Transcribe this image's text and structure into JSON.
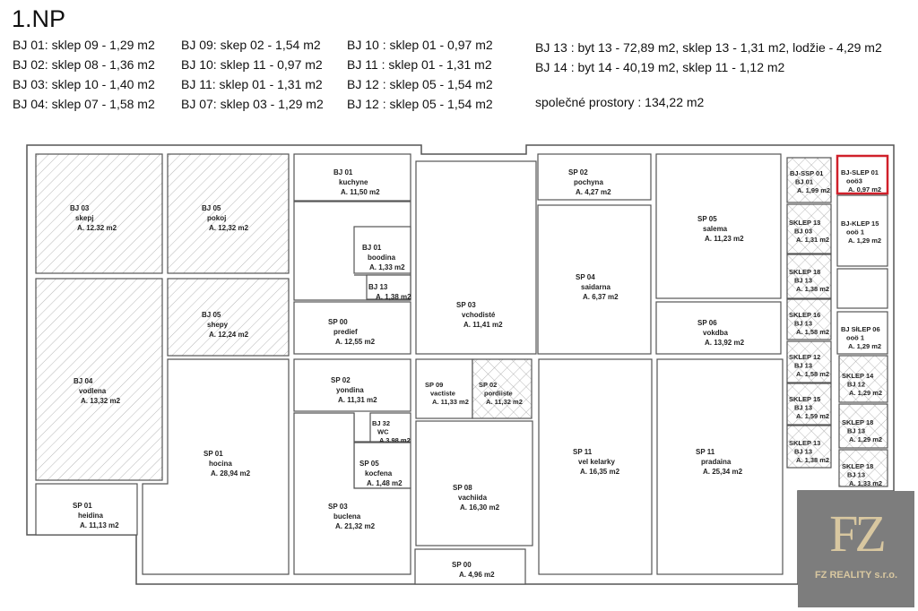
{
  "title": "1.NP",
  "legend": {
    "col1": [
      "BJ 01: sklep 09 - 1,29 m2",
      "BJ 02: sklep 08 - 1,36 m2",
      "BJ 03: sklep 10 - 1,40 m2",
      "BJ 04: sklep 07 - 1,58 m2"
    ],
    "col2": [
      "BJ 09: skep 02 - 1,54 m2",
      "BJ 10: sklep 11 - 0,97 m2",
      "BJ 11: sklep 01 - 1,31 m2",
      "BJ 07: sklep 03 - 1,29 m2"
    ],
    "col3": [
      "BJ 10 : sklep 01 - 0,97 m2",
      "BJ 11 : sklep 01 - 1,31 m2",
      "BJ 12 : sklep 05 - 1,54 m2",
      "BJ 12 : sklep 05 - 1,54 m2"
    ],
    "col4": [
      "BJ 13 : byt 13 - 72,89 m2, sklep 13 - 1,31 m2, lodžie - 4,29 m2",
      "BJ 14 : byt 14 - 40,19 m2, sklep 11 - 1,12 m2"
    ],
    "common": "společné prostory : 134,22 m2"
  },
  "rooms": [
    {
      "code": "BJ 03",
      "name": "skepj",
      "area": "A. 12.32 m2"
    },
    {
      "code": "BJ 05",
      "name": "pokoj",
      "area": "A. 12,32 m2"
    },
    {
      "code": "BJ 01",
      "name": "kuchyne",
      "area": "A. 11,50 m2"
    },
    {
      "code": "BJ 01",
      "name": "boodina",
      "area": "A. 1,33 m2"
    },
    {
      "code": "BJ 13",
      "name": "",
      "area": "A. 1,38 m2"
    },
    {
      "code": "SP 00",
      "name": "predief",
      "area": "A. 12,55 m2"
    },
    {
      "code": "BJ 04",
      "name": "vodlena",
      "area": "A. 13,32 m2"
    },
    {
      "code": "BJ 05",
      "name": "shepy",
      "area": "A. 12,24 m2"
    },
    {
      "code": "SP 01",
      "name": "hocina",
      "area": "A. 28,94 m2"
    },
    {
      "code": "SP 01",
      "name": "heidina",
      "area": "A. 11,13 m2"
    },
    {
      "code": "SP 02",
      "name": "yondina",
      "area": "A. 11,31 m2"
    },
    {
      "code": "BJ 32",
      "name": "WC",
      "area": "A 3,98 m2"
    },
    {
      "code": "SP 05",
      "name": "kocfena",
      "area": "A. 1,48 m2"
    },
    {
      "code": "SP 03",
      "name": "buclena",
      "area": "A. 21,32 m2"
    },
    {
      "code": "SP 03",
      "name": "vchodisté",
      "area": "A. 11,41 m2"
    },
    {
      "code": "SP 02",
      "name": "pochyna",
      "area": "A. 4,27 m2"
    },
    {
      "code": "SP 04",
      "name": "saidarna",
      "area": "A. 6,37 m2"
    },
    {
      "code": "SP 05",
      "name": "salema",
      "area": "A. 11,23 m2"
    },
    {
      "code": "SP 06",
      "name": "vokdba",
      "area": "A. 13,92 m2"
    },
    {
      "code": "SP 09",
      "name": "vactiste",
      "area": "A. 11,33 m2"
    },
    {
      "code": "SP 02",
      "name": "pordiiste",
      "area": "A. 11,32 m2"
    },
    {
      "code": "SP 08",
      "name": "vachiida",
      "area": "A. 16,30 m2"
    },
    {
      "code": "SP 00",
      "name": "",
      "area": "A. 4,96 m2"
    },
    {
      "code": "SP 11",
      "name": "vel kelarky",
      "area": "A. 16,35 m2"
    },
    {
      "code": "SP 11",
      "name": "pradaina",
      "area": "A. 25,34 m2"
    },
    {
      "code": "BJ-SSP 01",
      "name": "BJ 01",
      "area": "A. 1,99 m2"
    },
    {
      "code": "SKLEP 13",
      "name": "BJ 03",
      "area": "A. 1,31 m2"
    },
    {
      "code": "SKLEP 18",
      "name": "BJ 13",
      "area": "A. 1,38 m2"
    },
    {
      "code": "SKLEP 16",
      "name": "BJ 13",
      "area": "A. 1,58 m2"
    },
    {
      "code": "SKLEP 12",
      "name": "BJ 13",
      "area": "A. 1,58 m2"
    },
    {
      "code": "SKLEP 15",
      "name": "BJ 13",
      "area": "A. 1,59 m2"
    },
    {
      "code": "SKLEP 13",
      "name": "BJ 13",
      "area": "A. 1,38 m2"
    },
    {
      "code": "BJ-SLEP 01",
      "name": "ooö3",
      "area": "A. 0,97 m2"
    },
    {
      "code": "BJ-KLEP 15",
      "name": "ooö 1",
      "area": "A. 1,29 m2"
    },
    {
      "code": "",
      "name": "",
      "area": ""
    },
    {
      "code": "BJ SłLEP 06",
      "name": "ooö 1",
      "area": "A. 1,29 m2"
    },
    {
      "code": "SKLEP 14",
      "name": "BJ 12",
      "area": "A. 1,29 m2"
    },
    {
      "code": "SKLEP 18",
      "name": "BJ 13",
      "area": "A. 1,29 m2"
    },
    {
      "code": "SKLEP 18",
      "name": "BJ 13",
      "area": "A. 1,33 m2"
    }
  ],
  "highlight_color": "#d0202a",
  "logo": {
    "mark": "FZ",
    "text": "FZ REALITY s.r.o.",
    "bg": "#7d7d7d",
    "gold": "#d8c7a0"
  }
}
